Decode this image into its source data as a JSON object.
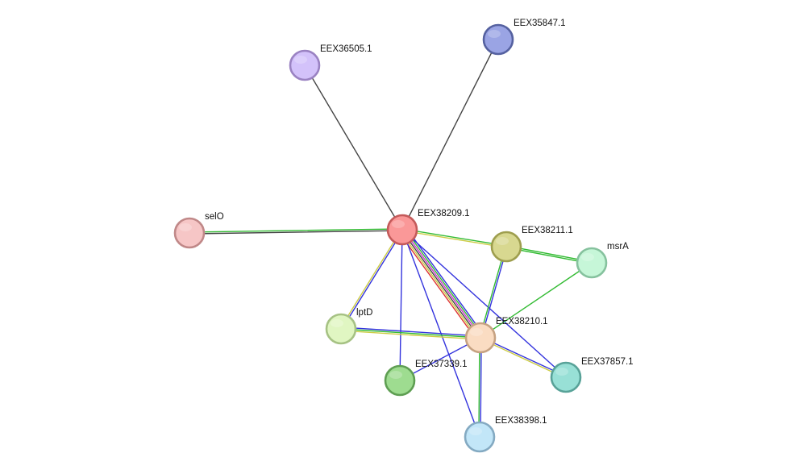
{
  "nodes": [
    {
      "id": "EEX38209.1",
      "label": "EEX38209.1",
      "fill": "#fa9898",
      "stroke": "#c45a5a"
    },
    {
      "id": "EEX35847.1",
      "label": "EEX35847.1",
      "fill": "#9aa4e4",
      "stroke": "#5561a0"
    },
    {
      "id": "EEX36505.1",
      "label": "EEX36505.1",
      "fill": "#d3c2fa",
      "stroke": "#9a82c2"
    },
    {
      "id": "selO",
      "label": "selO",
      "fill": "#f6c6c6",
      "stroke": "#c08888"
    },
    {
      "id": "EEX38211.1",
      "label": "EEX38211.1",
      "fill": "#d8d890",
      "stroke": "#9e9e4e"
    },
    {
      "id": "msrA",
      "label": "msrA",
      "fill": "#c6f6d8",
      "stroke": "#86c29e"
    },
    {
      "id": "lptD",
      "label": "lptD",
      "fill": "#e0f6c2",
      "stroke": "#a6c284"
    },
    {
      "id": "EEX38210.1",
      "label": "EEX38210.1",
      "fill": "#fadcc2",
      "stroke": "#c6a282"
    },
    {
      "id": "EEX37339.1",
      "label": "EEX37339.1",
      "fill": "#9edc90",
      "stroke": "#5e9e52"
    },
    {
      "id": "EEX37857.1",
      "label": "EEX37857.1",
      "fill": "#98e0d6",
      "stroke": "#58a298"
    },
    {
      "id": "EEX38398.1",
      "label": "EEX38398.1",
      "fill": "#c2e6f8",
      "stroke": "#84aac2"
    }
  ],
  "edges": [
    {
      "source": "EEX38209.1",
      "target": "EEX35847.1",
      "colors": [
        "#444444"
      ]
    },
    {
      "source": "EEX38209.1",
      "target": "EEX36505.1",
      "colors": [
        "#444444"
      ]
    },
    {
      "source": "EEX38209.1",
      "target": "selO",
      "colors": [
        "#444444",
        "#33bb33"
      ]
    },
    {
      "source": "EEX38209.1",
      "target": "EEX38211.1",
      "colors": [
        "#33bb33",
        "#cccc44"
      ]
    },
    {
      "source": "EEX38209.1",
      "target": "lptD",
      "colors": [
        "#3333dd",
        "#cccc44"
      ]
    },
    {
      "source": "EEX38209.1",
      "target": "EEX38210.1",
      "colors": [
        "#3333dd",
        "#33bb33",
        "#cc33cc",
        "#444444",
        "#cccc44",
        "#dd3333"
      ]
    },
    {
      "source": "EEX38209.1",
      "target": "EEX37339.1",
      "colors": [
        "#3333dd"
      ]
    },
    {
      "source": "EEX38209.1",
      "target": "EEX37857.1",
      "colors": [
        "#3333dd"
      ]
    },
    {
      "source": "EEX38209.1",
      "target": "EEX38398.1",
      "colors": [
        "#3333dd"
      ]
    },
    {
      "source": "EEX38211.1",
      "target": "msrA",
      "colors": [
        "#33bb33",
        "#33bb33"
      ]
    },
    {
      "source": "EEX38211.1",
      "target": "EEX38210.1",
      "colors": [
        "#3333dd",
        "#33bb33"
      ]
    },
    {
      "source": "msrA",
      "target": "EEX38210.1",
      "colors": [
        "#33bb33"
      ]
    },
    {
      "source": "lptD",
      "target": "EEX38210.1",
      "colors": [
        "#3333dd",
        "#33bb33",
        "#cccc44"
      ]
    },
    {
      "source": "EEX38210.1",
      "target": "EEX37339.1",
      "colors": [
        "#3333dd"
      ]
    },
    {
      "source": "EEX38210.1",
      "target": "EEX37857.1",
      "colors": [
        "#3333dd",
        "#cccc44"
      ]
    },
    {
      "source": "EEX38210.1",
      "target": "EEX38398.1",
      "colors": [
        "#3333dd",
        "#33bb33"
      ]
    }
  ]
}
